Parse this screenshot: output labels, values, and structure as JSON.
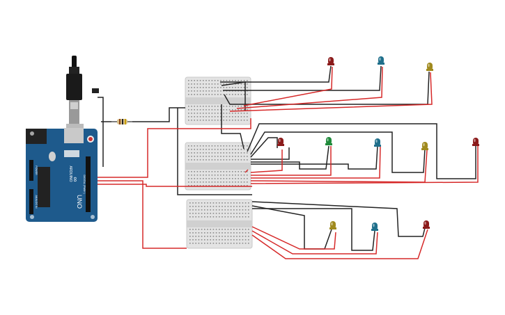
{
  "arduino": {
    "logo": "∞",
    "brand": "ARDUINO",
    "model": "UNO",
    "digital_label": "DIGITAL (PWM~)",
    "analog_label": "ANALOG IN",
    "power_label": "POWER"
  },
  "components": {
    "breadboards": [
      "breadboard-top",
      "breadboard-middle",
      "breadboard-bottom"
    ],
    "leds": [
      {
        "id": "led-1",
        "color": "#8b1a1a"
      },
      {
        "id": "led-2",
        "color": "#1f6f8b"
      },
      {
        "id": "led-3",
        "color": "#a08a1e"
      },
      {
        "id": "led-4",
        "color": "#8b1a1a"
      },
      {
        "id": "led-5",
        "color": "#1f8a3a"
      },
      {
        "id": "led-6",
        "color": "#1f6f8b"
      },
      {
        "id": "led-7",
        "color": "#a08a1e"
      },
      {
        "id": "led-8",
        "color": "#8b1a1a"
      },
      {
        "id": "led-9",
        "color": "#a08a1e"
      },
      {
        "id": "led-10",
        "color": "#1f6f8b"
      },
      {
        "id": "led-11",
        "color": "#8b1a1a"
      }
    ]
  },
  "colors": {
    "wire_red": "#d62828",
    "wire_black": "#222222",
    "board_blue": "#1e5a8c",
    "breadboard": "#e6e6e6"
  }
}
